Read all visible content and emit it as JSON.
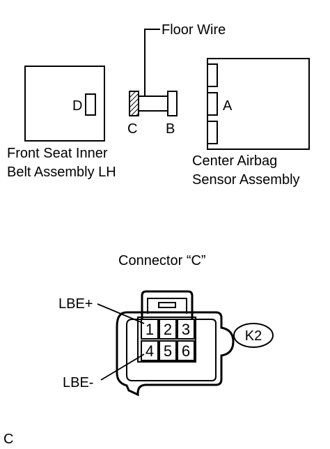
{
  "labels": {
    "floor_wire": "Floor Wire",
    "front_seat_line1": "Front Seat Inner",
    "front_seat_line2": "Belt Assembly LH",
    "center_airbag_line1": "Center Airbag",
    "center_airbag_line2": "Sensor Assembly",
    "connector_d": "D",
    "connector_a": "A",
    "connector_c": "C",
    "connector_b": "B",
    "connector_title": "Connector “C”",
    "lbe_plus": "LBE+",
    "lbe_minus": "LBE-",
    "badge": "K2",
    "footer": "C"
  },
  "pins": [
    "1",
    "2",
    "3",
    "4",
    "5",
    "6"
  ],
  "colors": {
    "line": "#000000",
    "background": "#ffffff"
  }
}
